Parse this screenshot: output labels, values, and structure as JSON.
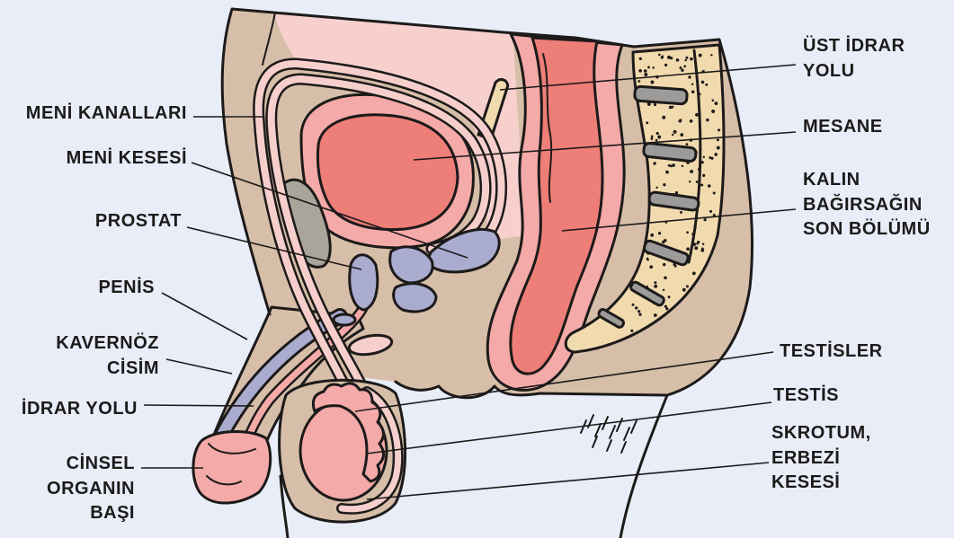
{
  "labels": {
    "meni_kanallari": [
      "MENİ KANALLARI"
    ],
    "meni_kesesi": [
      "MENİ KESESİ"
    ],
    "prostat": [
      "PROSTAT"
    ],
    "penis": [
      "PENİS"
    ],
    "kavernoz_cisim": [
      "KAVERNÖZ",
      "CİSİM"
    ],
    "idrar_yolu": [
      "İDRAR YOLU"
    ],
    "cinsel_organin_basi": [
      "CİNSEL",
      "ORGANIN",
      "BAŞI"
    ],
    "ust_idrar_yolu": [
      "ÜST İDRAR",
      "YOLU"
    ],
    "mesane": [
      "MESANE"
    ],
    "kalin_bagirsagin_son_bolumu": [
      "KALIN",
      "BAĞIRSAĞIN",
      "SON BÖLÜMÜ"
    ],
    "testisler": [
      "TESTİSLER"
    ],
    "testis": [
      "TESTİS"
    ],
    "skrotum_erbezi_kesesi": [
      "SKROTUM,",
      "ERBEZİ",
      "KESESİ"
    ]
  },
  "colors": {
    "background": "#e8edf8",
    "skin": "#d6bea8",
    "cavity": "#f7d0ce",
    "tissue_pink": "#f3aaa8",
    "tissue_red": "#ee7e78",
    "lavender": "#a9abcf",
    "bone": "#f1daae",
    "disc_gray": "#9c9b99",
    "pubic_gray": "#a9a59b",
    "duct": "#f6cfcc",
    "outline": "#1d1a1a",
    "text": "#1d1a1a"
  }
}
